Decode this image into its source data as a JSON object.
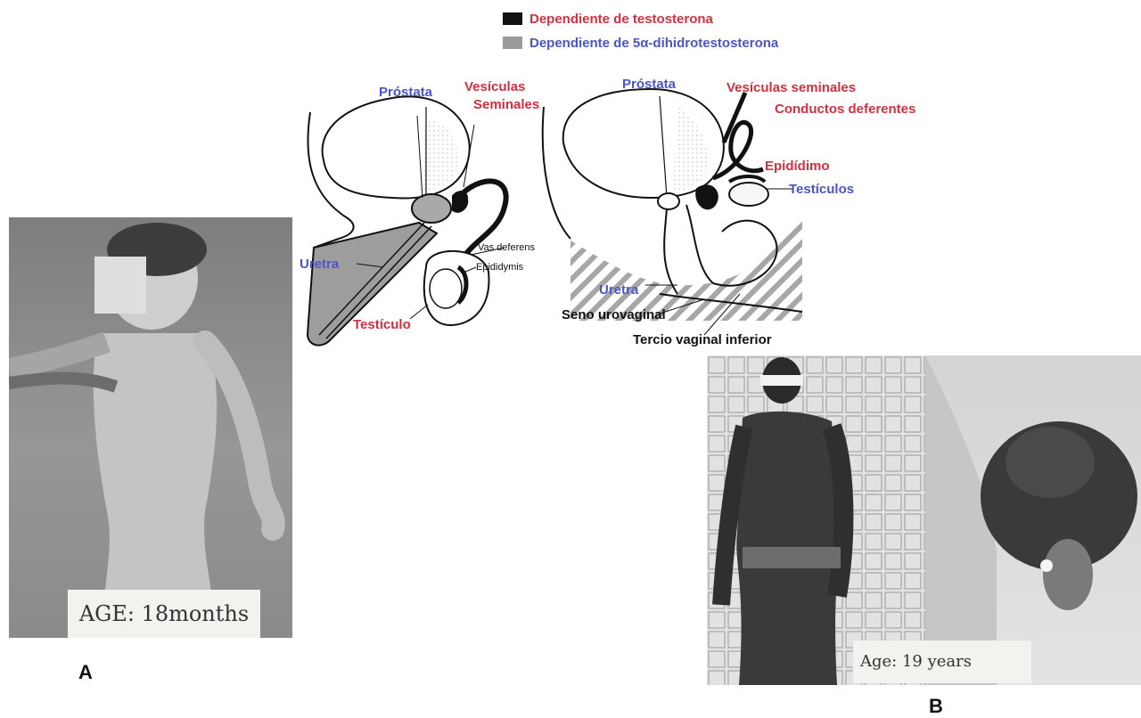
{
  "legend": {
    "items": [
      {
        "label": "Dependiente de testosterona",
        "color": "#111111",
        "text_color": "#d32f3f"
      },
      {
        "label": "Dependiente de 5α-dihidrotestosterona",
        "color": "#9a9a9a",
        "text_color": "#4a56c8"
      }
    ]
  },
  "diagram_left": {
    "labels": {
      "prostata": "Próstata",
      "vesiculas_1": "Vesículas",
      "vesiculas_2": "Seminales",
      "uretra": "Uretra",
      "testiculo": "Testículo",
      "vas_deferens": "Vas deferens",
      "epididymis": "Epididymis"
    }
  },
  "diagram_right": {
    "labels": {
      "prostata": "Próstata",
      "vesiculas": "Vesículas seminales",
      "conductos": "Conductos deferentes",
      "epididimo": "Epidídimo",
      "testiculos": "Testículos",
      "uretra": "Uretra",
      "seno": "Seno urovaginal",
      "tercio": "Tercio vaginal inferior"
    }
  },
  "photo_a": {
    "card_text": "AGE: 18months",
    "panel_label": "A"
  },
  "photo_b": {
    "card_text": "Age: 19 years",
    "panel_label": "B"
  }
}
